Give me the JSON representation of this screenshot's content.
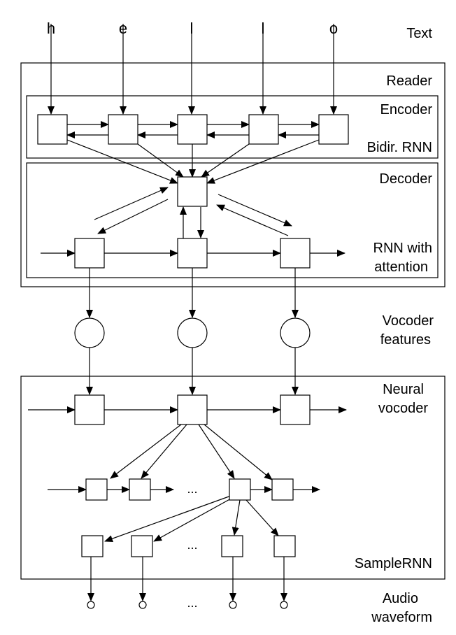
{
  "input_text": [
    "h",
    "e",
    "l",
    "l",
    "o"
  ],
  "labels": {
    "text": "Text",
    "reader": "Reader",
    "encoder": "Encoder",
    "bidir_rnn": "Bidir. RNN",
    "decoder": "Decoder",
    "rnn_with_attention": [
      "RNN with",
      "attention"
    ],
    "vocoder_features": [
      "Vocoder",
      "features"
    ],
    "neural_vocoder": [
      "Neural",
      "vocoder"
    ],
    "samplernn": "SampleRNN",
    "audio_waveform": [
      "Audio",
      "waveform"
    ]
  },
  "ellipsis": "..."
}
